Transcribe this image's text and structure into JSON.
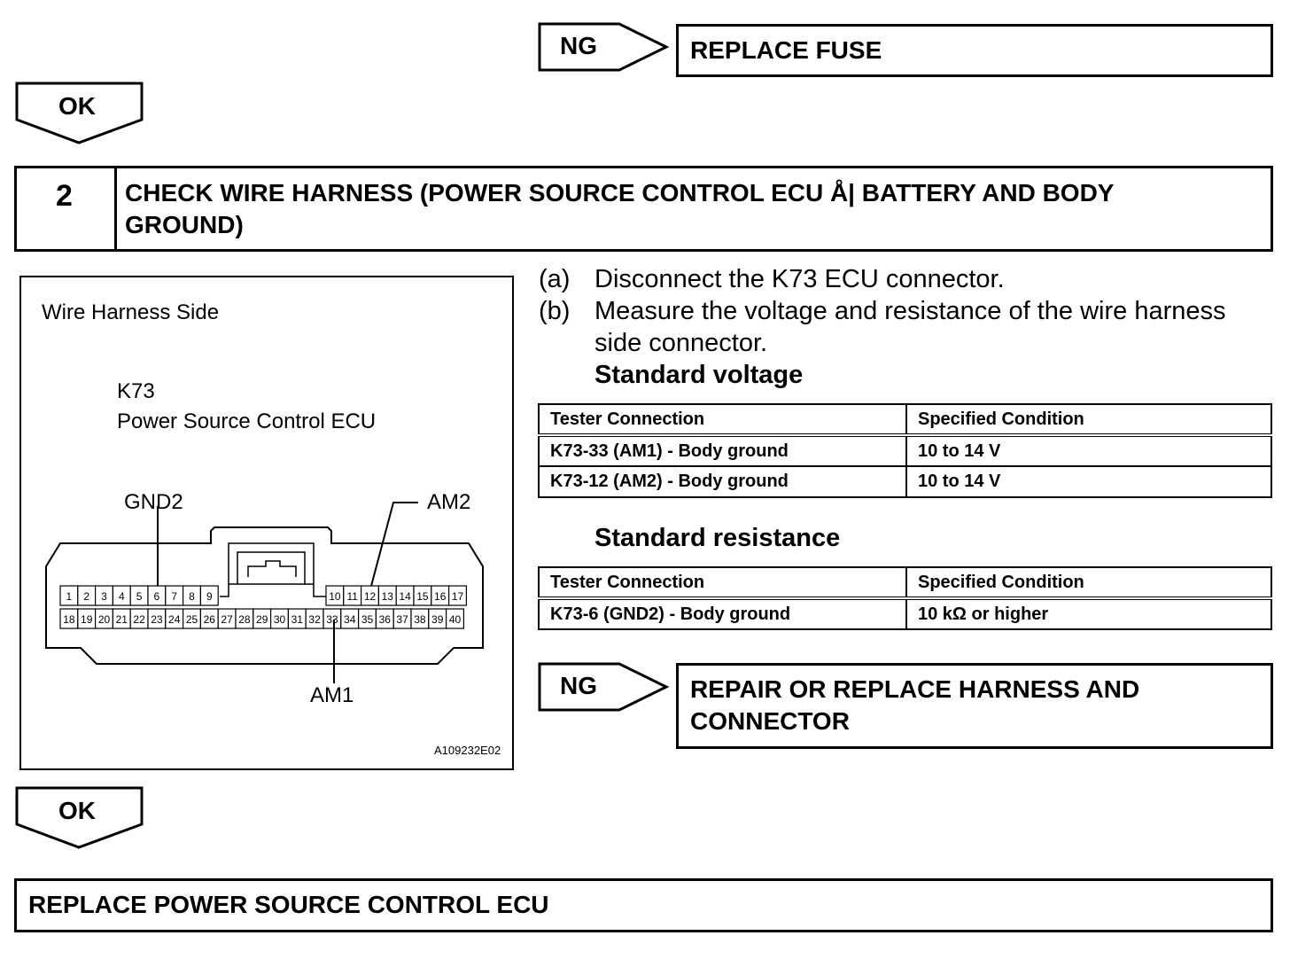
{
  "top_flow": {
    "ng_label": "NG",
    "ng_result": "REPLACE FUSE",
    "ok_label": "OK"
  },
  "step": {
    "number": "2",
    "title_line1": "CHECK WIRE HARNESS (POWER SOURCE CONTROL ECU Å| BATTERY AND BODY",
    "title_line2": "GROUND)"
  },
  "diagram": {
    "heading": "Wire Harness Side",
    "connector_code": "K73",
    "connector_name": "Power Source Control ECU",
    "labels": {
      "gnd2": "GND2",
      "am2": "AM2",
      "am1": "AM1"
    },
    "pins_top": [
      "1",
      "2",
      "3",
      "4",
      "5",
      "6",
      "7",
      "8",
      "9",
      "10",
      "11",
      "12",
      "13",
      "14",
      "15",
      "16",
      "17"
    ],
    "pins_bottom": [
      "18",
      "19",
      "20",
      "21",
      "22",
      "23",
      "24",
      "25",
      "26",
      "27",
      "28",
      "29",
      "30",
      "31",
      "32",
      "33",
      "34",
      "35",
      "36",
      "37",
      "38",
      "39",
      "40"
    ],
    "figure_id": "A109232E02"
  },
  "instructions": {
    "a_letter": "(a)",
    "a_text": "Disconnect the K73 ECU connector.",
    "b_letter": "(b)",
    "b_text_line1": "Measure the voltage and resistance of the wire harness",
    "b_text_line2": "side connector.",
    "voltage_heading": "Standard voltage",
    "resistance_heading": "Standard resistance"
  },
  "voltage_table": {
    "headers": [
      "Tester Connection",
      "Specified Condition"
    ],
    "rows": [
      [
        "K73-33 (AM1) - Body ground",
        "10 to 14 V"
      ],
      [
        "K73-12 (AM2) - Body ground",
        "10 to 14 V"
      ]
    ]
  },
  "resistance_table": {
    "headers": [
      "Tester Connection",
      "Specified Condition"
    ],
    "rows": [
      [
        "K73-6 (GND2) - Body ground",
        "10 kΩ or higher"
      ]
    ]
  },
  "mid_flow": {
    "ng_label": "NG",
    "ng_result_line1": "REPAIR OR REPLACE HARNESS AND",
    "ng_result_line2": "CONNECTOR",
    "ok_label": "OK"
  },
  "final": {
    "text": "REPLACE POWER SOURCE CONTROL ECU"
  }
}
